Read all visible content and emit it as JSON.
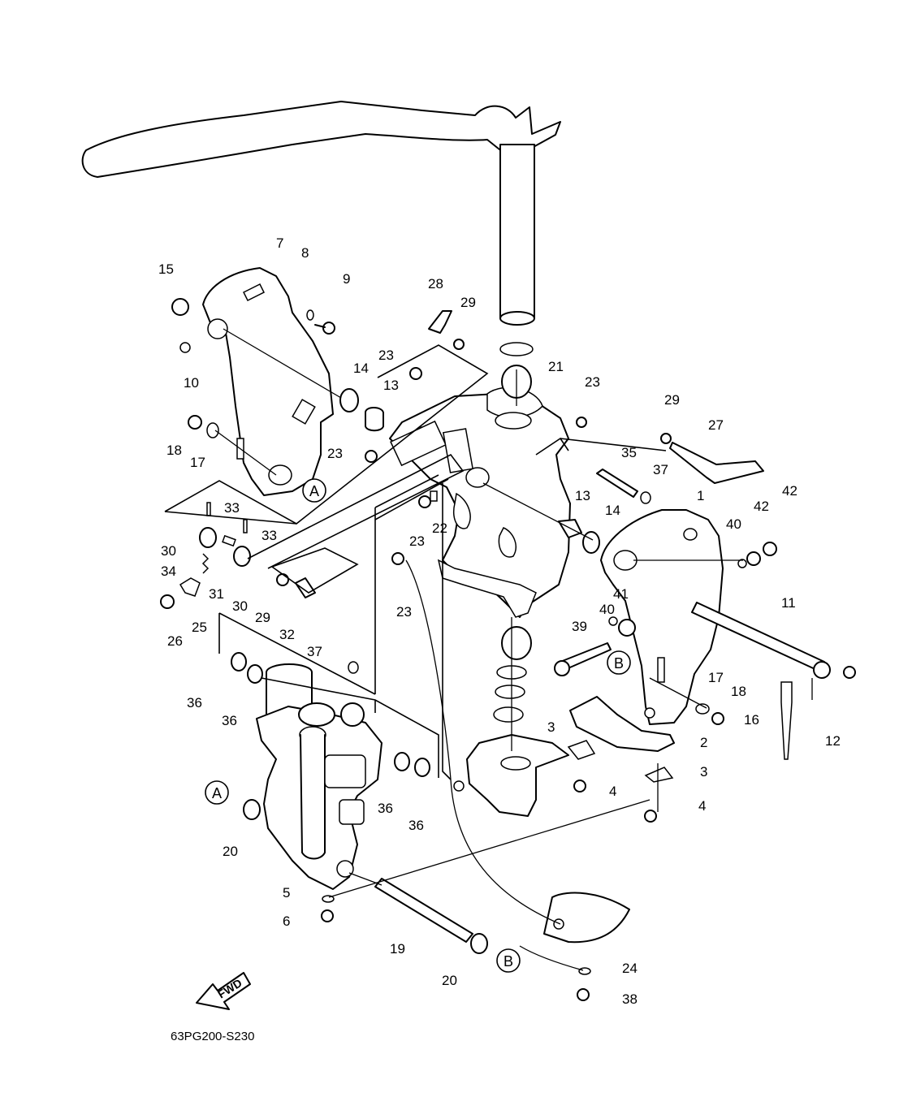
{
  "diagram_code": "63PG200-S230",
  "fwd_label": "FWD",
  "ref_markers": [
    "A",
    "B"
  ],
  "callouts": [
    "1",
    "2",
    "3",
    "4",
    "5",
    "6",
    "7",
    "8",
    "9",
    "10",
    "11",
    "12",
    "13",
    "14",
    "15",
    "16",
    "17",
    "18",
    "19",
    "20",
    "21",
    "22",
    "23",
    "24",
    "25",
    "26",
    "27",
    "28",
    "29",
    "30",
    "31",
    "32",
    "33",
    "34",
    "35",
    "36",
    "37",
    "38",
    "39",
    "40",
    "41",
    "42"
  ]
}
